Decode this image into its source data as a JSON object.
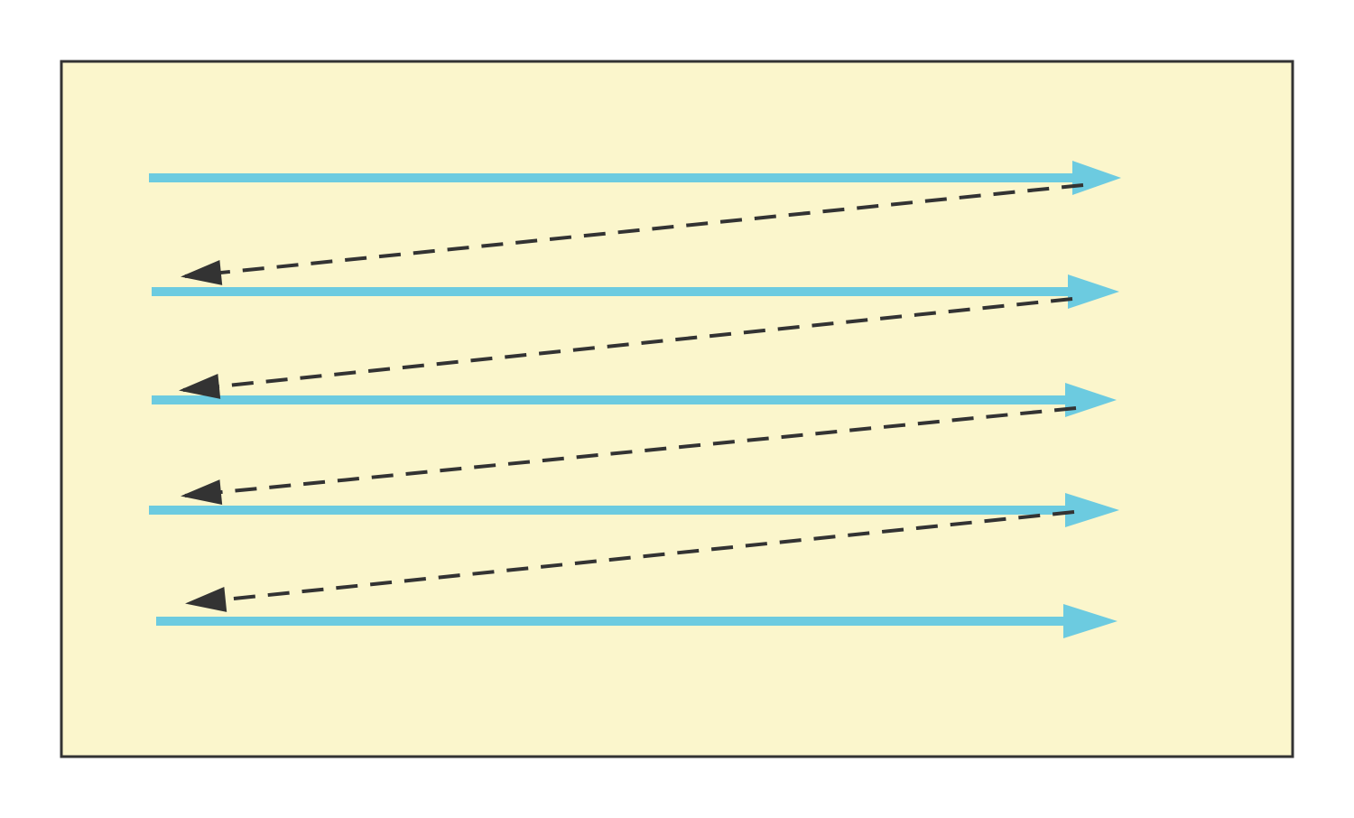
{
  "diagram": {
    "kind": "raster-scan-pattern",
    "scan_line_count": 5,
    "retrace_line_count": 4,
    "colors": {
      "background": "#fbf6cc",
      "border": "#333333",
      "scan_line": "#6ccbe0",
      "retrace_line": "#333333"
    }
  }
}
